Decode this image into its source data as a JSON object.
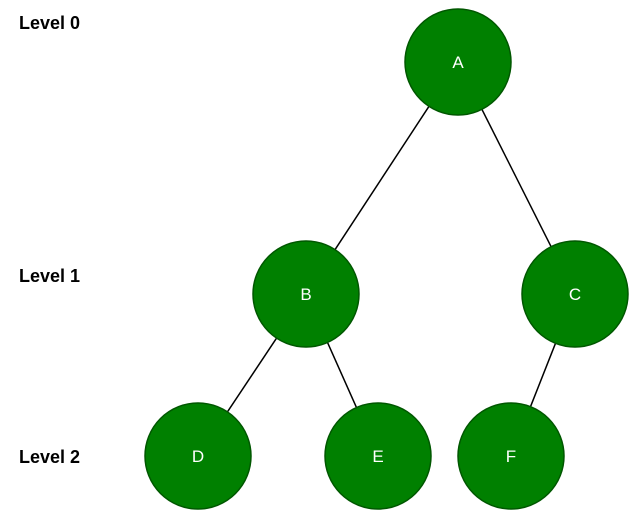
{
  "levels": [
    {
      "label": "Level 0"
    },
    {
      "label": "Level 1"
    },
    {
      "label": "Level 2"
    }
  ],
  "nodes": [
    {
      "id": "A",
      "label": "A",
      "level": 0
    },
    {
      "id": "B",
      "label": "B",
      "level": 1
    },
    {
      "id": "C",
      "label": "C",
      "level": 1
    },
    {
      "id": "D",
      "label": "D",
      "level": 2
    },
    {
      "id": "E",
      "label": "E",
      "level": 2
    },
    {
      "id": "F",
      "label": "F",
      "level": 2
    }
  ],
  "edges": [
    {
      "from": "A",
      "to": "B"
    },
    {
      "from": "A",
      "to": "C"
    },
    {
      "from": "B",
      "to": "D"
    },
    {
      "from": "B",
      "to": "E"
    },
    {
      "from": "C",
      "to": "F"
    }
  ],
  "colors": {
    "node_fill": "#008000",
    "node_stroke": "#005700",
    "node_text": "#ffffff",
    "edge": "#000000"
  }
}
